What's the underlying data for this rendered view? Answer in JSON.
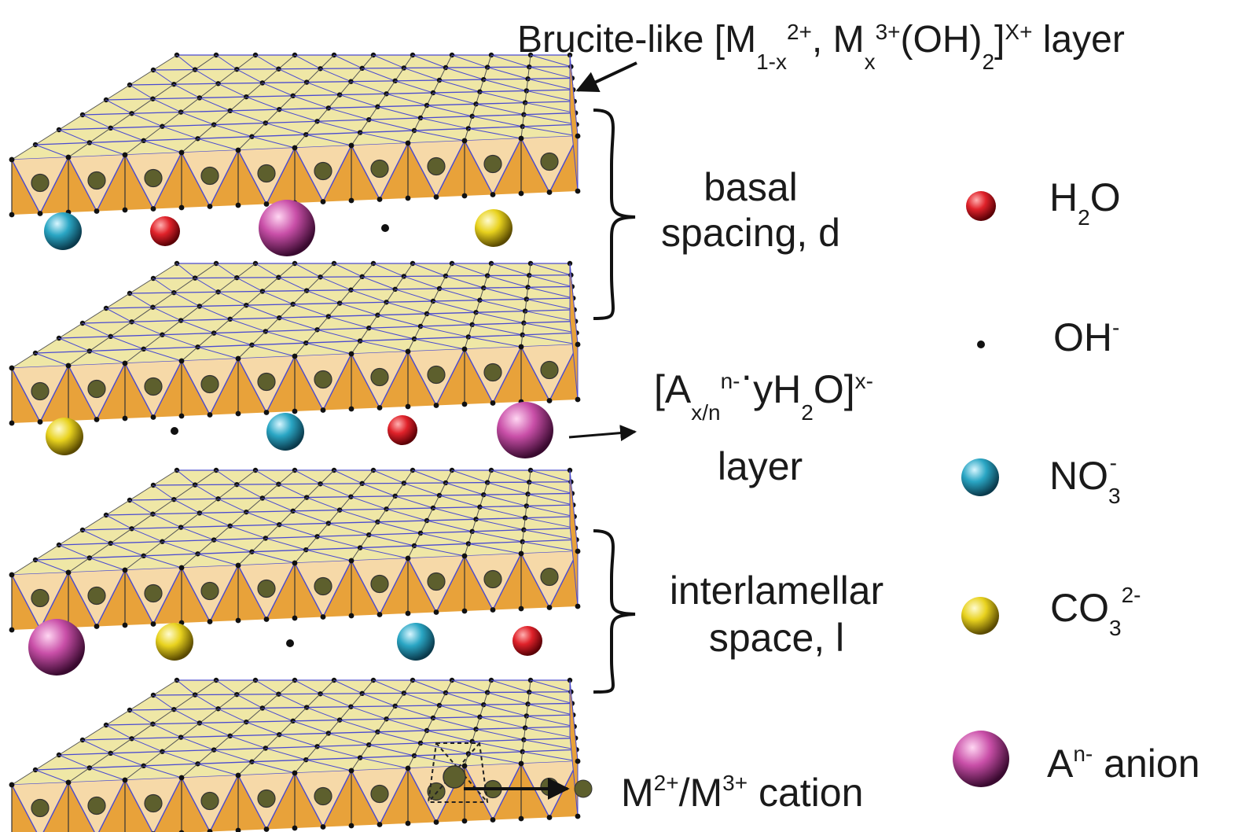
{
  "title": {
    "prefix": "Brucite-like [M",
    "sub1": "1-x",
    "sup1": "2+",
    "mid": ", M",
    "sub2": "x",
    "sup2": "3+",
    "oh": "(OH)",
    "sub3": "2",
    "bracket": "]",
    "sup3": "X+",
    "suffix": " layer"
  },
  "labels": {
    "basal_line1": "basal",
    "basal_line2": "spacing, d",
    "anion_layer": {
      "open": "[A",
      "sub": "x/n",
      "sup": "n-",
      "dot": "·",
      "y": "yH",
      "sub2": "2",
      "o": "O]",
      "sup2": "x-",
      "line2": "layer"
    },
    "inter_line1": "interlamellar",
    "inter_line2": "space, l",
    "cation": {
      "m1": "M",
      "sup1": "2+",
      "slash": "/M",
      "sup2": "3+",
      "rest": " cation"
    }
  },
  "legend": [
    {
      "id": "h2o",
      "main": "H",
      "sub": "2",
      "tail": "O",
      "sup": "",
      "color": "#e0222a",
      "kind": "small"
    },
    {
      "id": "oh",
      "main": "OH",
      "sub": "",
      "tail": "",
      "sup": "-",
      "color": "#111111",
      "kind": "dot"
    },
    {
      "id": "no3",
      "main": "NO",
      "sub": "3",
      "tail": "",
      "sup": "-",
      "color": "#2aa6c4",
      "kind": "medium"
    },
    {
      "id": "co3",
      "main": "CO",
      "sub": "3",
      "tail": "",
      "sup": "2-",
      "color": "#e8d21e",
      "kind": "medium"
    },
    {
      "id": "anion",
      "main": "A",
      "sub": "",
      "tail": " anion",
      "sup": "n-",
      "color": "#c94fa8",
      "kind": "large"
    }
  ],
  "colors": {
    "octa_front_dark": "#e8a23a",
    "octa_front_light": "#f6d9a8",
    "octa_top": "#efe7a6",
    "edge": "#4a4ad0",
    "cation": "#5d5f2d"
  }
}
